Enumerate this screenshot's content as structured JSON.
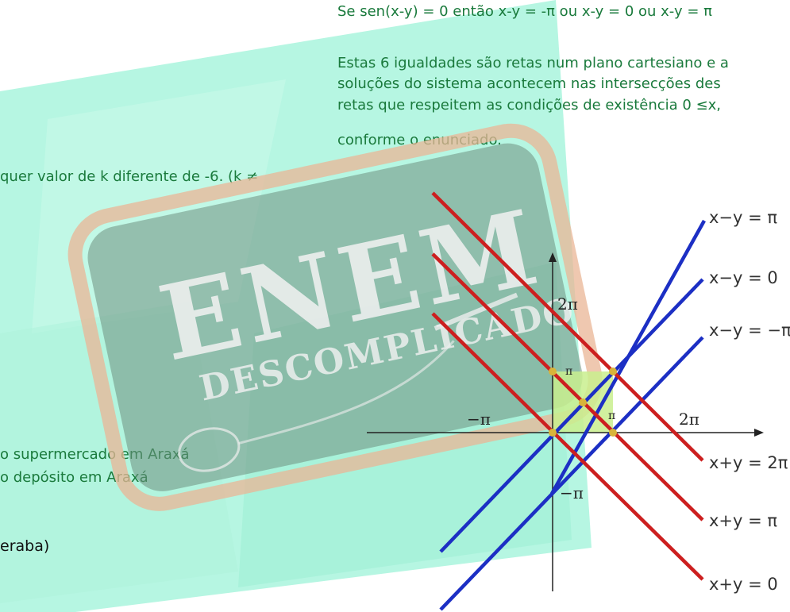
{
  "text": {
    "line_top": "Se sen(x-y) = 0 então x-y = -π ou x-y = 0 ou x-y = π",
    "para_1": "Estas 6 igualdades são retas num plano cartesiano e a",
    "para_2": "soluções do sistema acontecem nas intersecções des",
    "para_3": "retas que respeitem as condições de existência 0 ≤x,",
    "para_4": "conforme o enunciado.",
    "left_1": "quer valor de k diferente de -6. (k ≠",
    "left_2": "o supermercado em Araxá",
    "left_3": "o depósito em Araxá",
    "left_4": "eraba)"
  },
  "watermark": {
    "word_1": "ENEM",
    "word_2": "DESCOMPLICADO"
  },
  "graph": {
    "blue_lines": [
      "x−y = π",
      "x−y = 0",
      "x−y = −π"
    ],
    "red_lines": [
      "x+y = 2π",
      "x+y = π",
      "x+y = 0"
    ],
    "axis_labels": {
      "y_2pi": "2π",
      "y_pi": "π",
      "x_neg_pi": "−π",
      "x_pi": "π",
      "x_2pi": "2π",
      "y_neg_pi": "−π"
    }
  },
  "colors": {
    "blue": "#1c2fc4",
    "red": "#cc1f1f",
    "background": "#a9f5de",
    "region": "#c9ee8e",
    "point": "#d8b43a"
  }
}
